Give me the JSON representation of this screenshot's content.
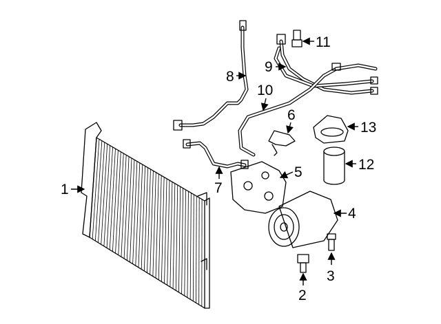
{
  "diagram": {
    "title": "A/C Condenser, Compressor & Lines",
    "callouts": [
      {
        "id": "1",
        "text": "1"
      },
      {
        "id": "2",
        "text": "2"
      },
      {
        "id": "3",
        "text": "3"
      },
      {
        "id": "4",
        "text": "4"
      },
      {
        "id": "5",
        "text": "5"
      },
      {
        "id": "6",
        "text": "6"
      },
      {
        "id": "7",
        "text": "7"
      },
      {
        "id": "8",
        "text": "8"
      },
      {
        "id": "9",
        "text": "9"
      },
      {
        "id": "10",
        "text": "10"
      },
      {
        "id": "11",
        "text": "11"
      },
      {
        "id": "12",
        "text": "12"
      },
      {
        "id": "13",
        "text": "13"
      }
    ]
  }
}
